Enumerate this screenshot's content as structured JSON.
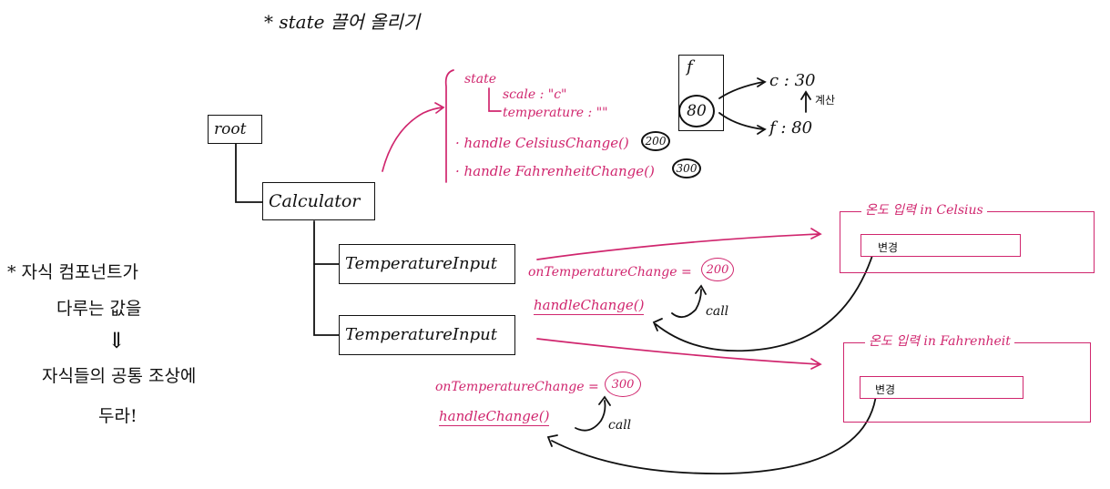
{
  "title": "* state 끌어 올리기",
  "tree": {
    "root": "root",
    "calculator": "Calculator",
    "input_1": "TemperatureInput",
    "input_2": "TemperatureInput"
  },
  "state": {
    "label": "state",
    "scale": "scale : \"c\"",
    "temperature": "temperature : \"\"",
    "method_1": "· handle CelsiusChange()",
    "method_1_badge": "200",
    "method_2": "· handle FahrenheitChange()",
    "method_2_badge": "300"
  },
  "calc_box": {
    "label": "f",
    "value": "80",
    "out_c": "c : 30",
    "out_f": "f : 80",
    "note": "계산"
  },
  "input_1_props": {
    "prop": "onTemperatureChange =",
    "prop_badge": "200",
    "handler": "handleChange()",
    "call": "call"
  },
  "input_2_props": {
    "prop": "onTemperatureChange =",
    "prop_badge": "300",
    "handler": "handleChange()",
    "call": "call"
  },
  "ui_celsius": {
    "legend": "온도 입력 in Celsius",
    "value": "변경"
  },
  "ui_fahrenheit": {
    "legend": "온도 입력 in Fahrenheit",
    "value": "변경"
  },
  "side_note": {
    "line_1": "* 자식 컴포넌트가",
    "line_2": "다루는 값을",
    "arrow": "⇓",
    "line_3": "자식들의 공통 조상에",
    "line_4": "두라!"
  },
  "colors": {
    "ink": "#111111",
    "accent": "#d0266e"
  }
}
